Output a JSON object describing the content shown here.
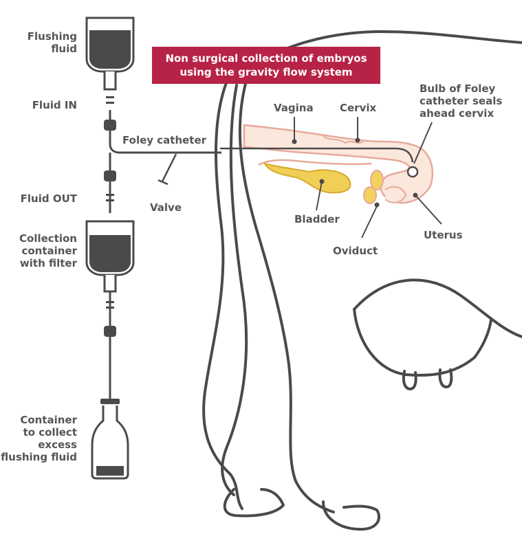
{
  "title": {
    "line1": "Non surgical collection of embryos",
    "line2": "using the gravity flow system"
  },
  "labels": {
    "flushing_fluid": [
      "Flushing",
      "fluid"
    ],
    "fluid_in": "Fluid IN",
    "foley_catheter": "Foley catheter",
    "valve": "Valve",
    "fluid_out": "Fluid OUT",
    "collection_container": [
      "Collection",
      "container",
      "with filter"
    ],
    "excess_container": [
      "Container",
      "to collect",
      "excess",
      "flushing fluid"
    ],
    "vagina": "Vagina",
    "cervix": "Cervix",
    "bulb": [
      "Bulb of Foley",
      "catheter seals",
      "ahead cervix"
    ],
    "bladder": "Bladder",
    "oviduct": "Oviduct",
    "uterus": "Uterus"
  },
  "colors": {
    "line": "#4a4a4c",
    "text": "#555557",
    "banner": "#b72346",
    "tract_fill": "#fbe7dc",
    "tract_stroke": "#e7a99a",
    "bladder_fill": "#f1cf56",
    "bladder_stroke": "#d6a92a",
    "ovary_fill": "#f3d15f",
    "fluid": "#4a4a4c"
  }
}
